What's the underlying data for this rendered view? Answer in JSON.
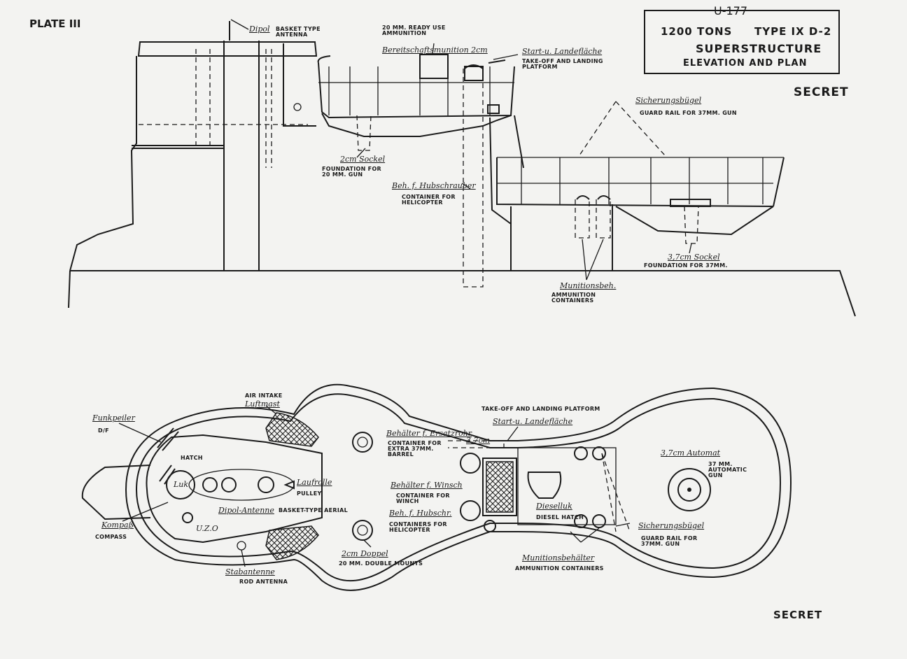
{
  "plate": "PLATE III",
  "title": {
    "boat": "U-177",
    "tons": "1200 TONS",
    "type": "TYPE IX D-2",
    "subject": "SUPERSTRUCTURE",
    "view": "ELEVATION AND PLAN"
  },
  "classification_top": "SECRET",
  "classification_bottom": "SECRET",
  "elevation": {
    "dipol": "Dipol",
    "basket_antenna": "BASKET TYPE ANTENNA",
    "ready_use_ammo": "20 MM. READY USE AMMUNITION",
    "bereitschafts": "Bereitschaftsmunition 2cm",
    "start_landefl": "Start-u. Landefläche",
    "takeoff_platform": "TAKE-OFF AND LANDING PLATFORM",
    "sicherungsbugel": "Sicherungsbügel",
    "guard_rail": "GUARD RAIL FOR 37MM. GUN",
    "sockel_2cm": "2cm Sockel",
    "foundation_20": "FOUNDATION FOR 20 MM. GUN",
    "beh_hubschrauber": "Beh. f. Hubschrauber",
    "container_heli": "CONTAINER FOR HELICOPTER",
    "sockel_37": "3,7cm Sockel",
    "foundation_37": "FOUNDATION FOR 37MM.",
    "munitionsbeh": "Munitionsbeh.",
    "ammo_containers": "AMMUNITION CONTAINERS"
  },
  "plan": {
    "air_intake": "AIR INTAKE",
    "luftmast": "Luftmast",
    "funkpeiler": "Funkpeiler",
    "df": "D/F",
    "hatch": "HATCH",
    "luk": "Luk",
    "laufrolle": "Laufrolle",
    "pulley": "PULLEY",
    "dipol_antenne": "Dipol-Antenne",
    "basket_aerial": "BASKET-TYPE AERIAL",
    "kompass": "Kompaß",
    "compass": "COMPASS",
    "uzo": "U.Z.O",
    "stabantenne": "Stabantenne",
    "rod_antenna": "ROD ANTENNA",
    "doppel_2cm": "2cm Doppel",
    "double_mounts": "20 MM. DOUBLE MOUNTS",
    "beh_ersatzrohr": "Behälter f. Ersatzrohr",
    "container_barrel": "CONTAINER FOR EXTRA 37MM. BARREL",
    "cal_37": "3,7cm",
    "beh_winsch": "Behälter f. Winsch",
    "container_winch": "CONTAINER FOR WINCH",
    "beh_hubschr": "Beh. f. Hubschr.",
    "containers_heli": "CONTAINERS FOR HELICOPTER",
    "takeoff_platform": "TAKE-OFF AND LANDING PLATFORM",
    "start_landefl": "Start-u. Landefläche",
    "dieselluk": "Dieselluk",
    "diesel_hatch": "DIESEL HATCH",
    "automat_37": "3,7cm Automat",
    "auto_gun": "37 MM. AUTOMATIC GUN",
    "sicherungsbugel": "Sicherungsbügel",
    "guard_rail": "GUARD RAIL FOR 37MM. GUN",
    "munitionsbehalter": "Munitionsbehälter",
    "ammo_containers": "AMMUNITION CONTAINERS"
  },
  "colors": {
    "paper": "#f3f3f1",
    "ink": "#1b1b1b"
  }
}
